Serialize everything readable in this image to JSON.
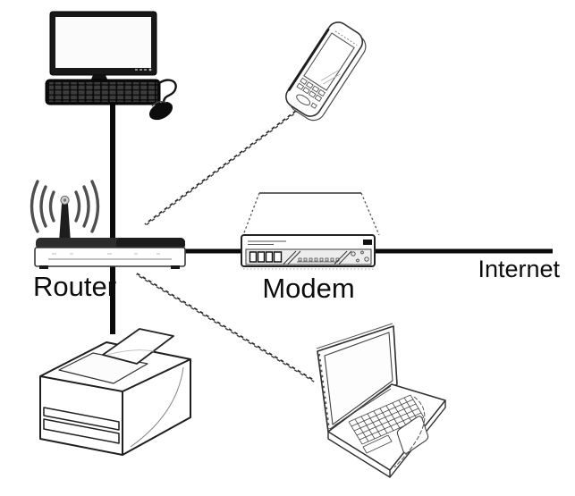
{
  "diagram": {
    "type": "home-network-diagram",
    "background_color": "#ffffff",
    "line_color": "#000000",
    "wireless_line_style": "dashed",
    "labels": {
      "router": "Router",
      "modem": "Modem",
      "internet": "Internet"
    },
    "nodes": [
      {
        "id": "desktop-computer",
        "icon": "desktop-computer-icon"
      },
      {
        "id": "smartphone",
        "icon": "smartphone-icon"
      },
      {
        "id": "router",
        "icon": "router-icon"
      },
      {
        "id": "modem",
        "icon": "modem-icon"
      },
      {
        "id": "printer",
        "icon": "printer-icon"
      },
      {
        "id": "laptop",
        "icon": "laptop-icon"
      }
    ],
    "connections": [
      {
        "from": "desktop-computer",
        "to": "router",
        "type": "wired"
      },
      {
        "from": "smartphone",
        "to": "router",
        "type": "wireless"
      },
      {
        "from": "router",
        "to": "modem",
        "type": "wired"
      },
      {
        "from": "modem",
        "to": "internet",
        "type": "wired"
      },
      {
        "from": "router",
        "to": "printer",
        "type": "wired"
      },
      {
        "from": "router",
        "to": "laptop",
        "type": "wireless"
      }
    ]
  }
}
